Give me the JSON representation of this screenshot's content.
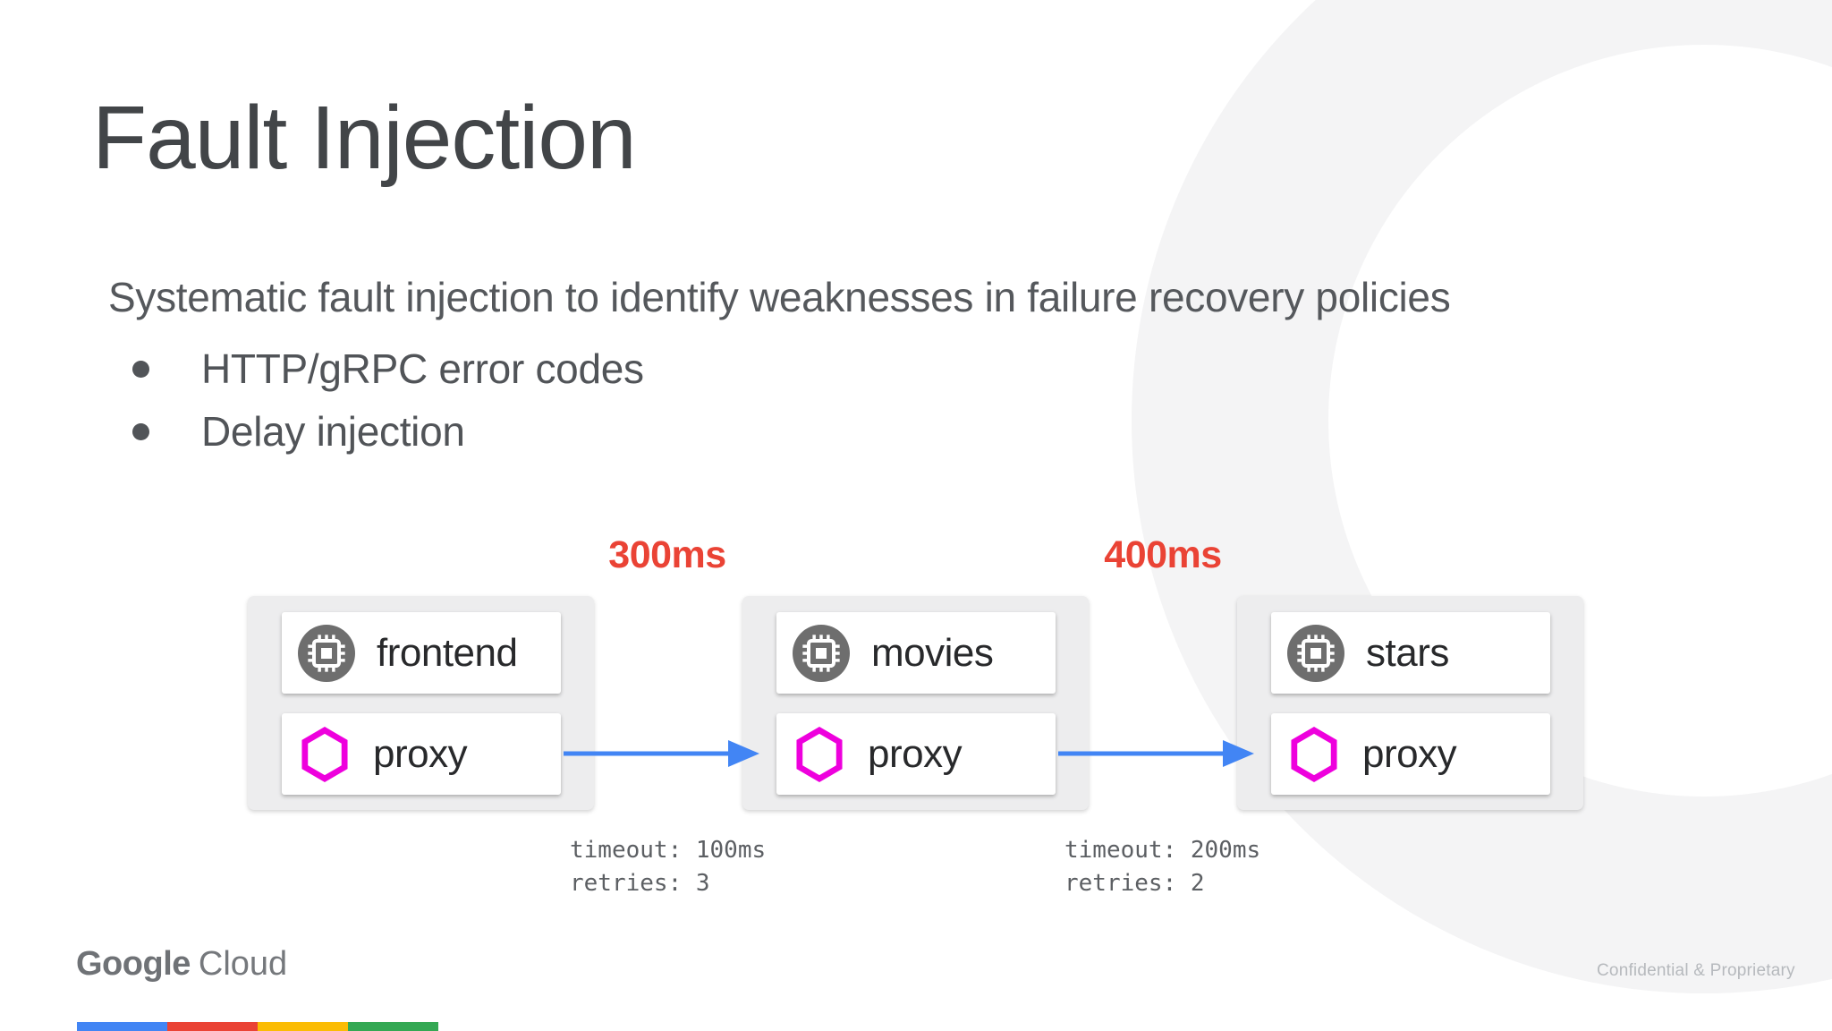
{
  "slide": {
    "title": "Fault Injection",
    "subtitle": "Systematic fault injection to identify weaknesses in failure recovery policies",
    "bullets": [
      "HTTP/gRPC error codes",
      "Delay injection"
    ]
  },
  "diagram": {
    "nodes": [
      {
        "service": "frontend",
        "proxy": "proxy"
      },
      {
        "service": "movies",
        "proxy": "proxy"
      },
      {
        "service": "stars",
        "proxy": "proxy"
      }
    ],
    "latency_labels": [
      "300ms",
      "400ms"
    ],
    "annotations": [
      {
        "line1": "timeout: 100ms",
        "line2": "retries: 3"
      },
      {
        "line1": "timeout: 200ms",
        "line2": "retries: 2"
      }
    ],
    "colors": {
      "arrow_blue": "#4285f4",
      "latency_red": "#ea4335",
      "proxy_hex_magenta": "#ee00dd",
      "chip_circle_gray": "#6e6e6e",
      "group_bg": "#ededee"
    }
  },
  "footer": {
    "logo_google": "Google",
    "logo_cloud": "Cloud",
    "confidential": "Confidential & Proprietary",
    "bar_colors": [
      "#4285f4",
      "#ea4335",
      "#fbbc04",
      "#34a853"
    ]
  }
}
